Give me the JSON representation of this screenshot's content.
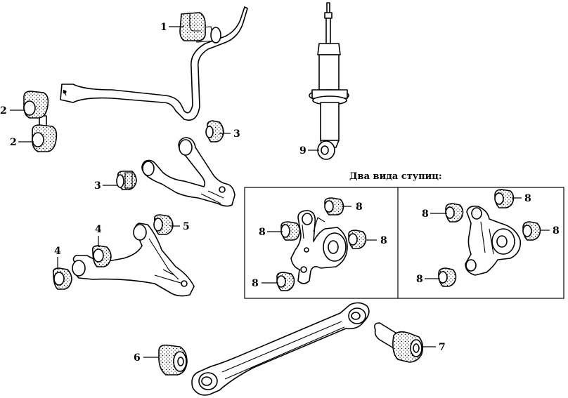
{
  "hubs_title": "Два вида ступиц:",
  "callouts": {
    "c1": "1",
    "c2a": "2",
    "c2b": "2",
    "c3a": "3",
    "c3b": "3",
    "c4a": "4",
    "c4b": "4",
    "c5": "5",
    "c6": "6",
    "c7": "7",
    "c8a": "8",
    "c8b": "8",
    "c8c": "8",
    "c8d": "8",
    "c8e": "8",
    "c8f": "8",
    "c8g": "8",
    "c8h": "8",
    "c9": "9"
  }
}
